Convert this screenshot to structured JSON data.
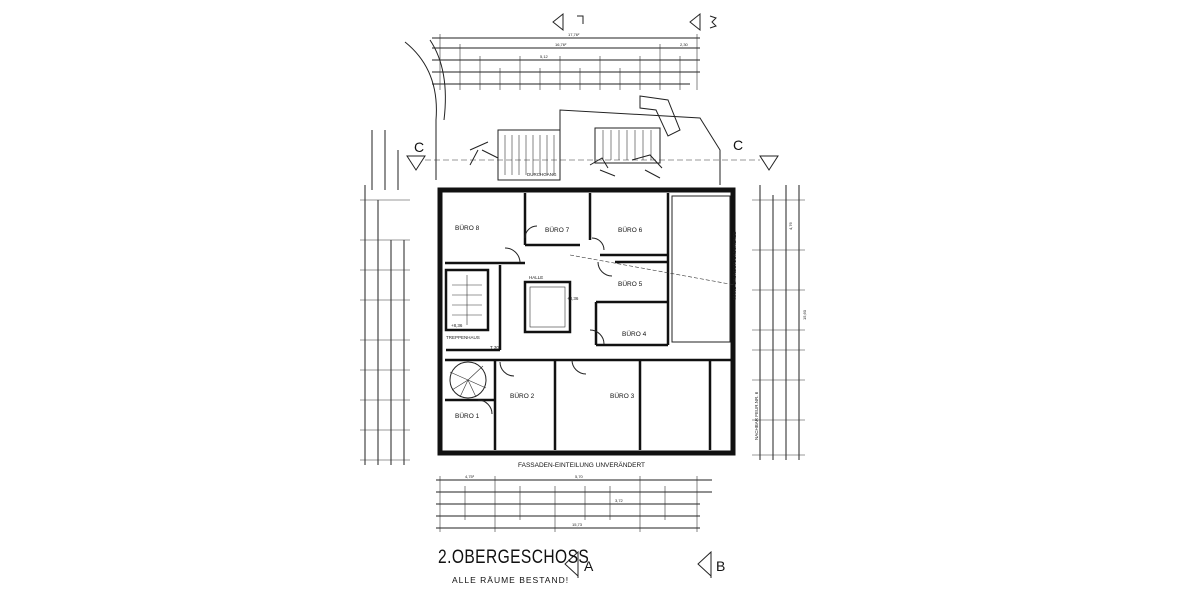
{
  "title": "2.OBERGESCHOSS",
  "subtitle": "ALLE RÄUME BESTAND!",
  "section_marks": {
    "a": "A",
    "b": "B",
    "c_left": "C",
    "c_right": "C"
  },
  "rooms": {
    "buero8": "BÜRO 8",
    "buero7": "BÜRO 7",
    "buero6": "BÜRO 6",
    "buero5": "BÜRO 5",
    "buero4": "BÜRO 4",
    "buero3": "BÜRO 3",
    "buero2": "BÜRO 2",
    "buero1": "BÜRO 1",
    "halle": "HALLE",
    "treppenhaus": "TREPPENHAUS",
    "durchgang": "DURCHGANG"
  },
  "annotations": {
    "fassade": "FASSADEN-EINTEILUNG UNVERÄNDERT",
    "grenze": "WAND GRUNDSTÜCKSGRENZE",
    "nachbar": "NACHBAR FEUR.NR. 6",
    "level_halle": "+8,36",
    "level_trh": "+8,36",
    "halle_text": "T 30"
  },
  "dimensions": {
    "top_total": "17,76²",
    "top_second": "16,76²",
    "top_third_a": "5,12",
    "top_third_b": "2,30",
    "bottom_a": "4,75²",
    "bottom_b": "5,70",
    "bottom_c": "3,72",
    "bottom_total": "15,73",
    "right_a": "15,60",
    "right_b": "4,76"
  }
}
